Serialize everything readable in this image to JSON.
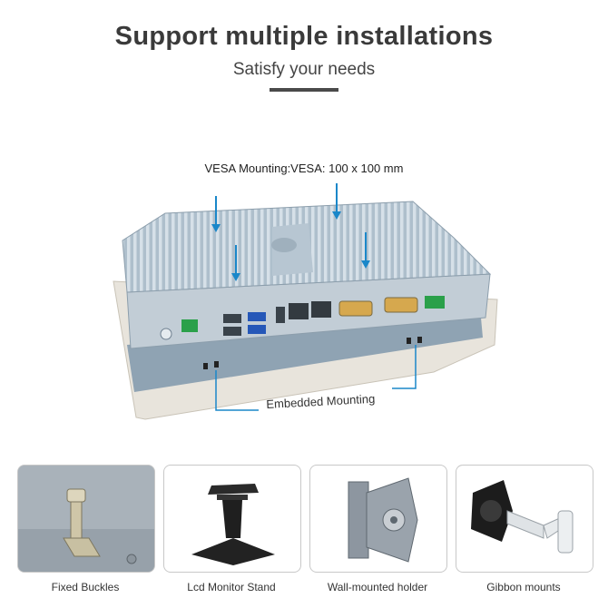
{
  "header": {
    "title": "Support multiple installations",
    "subtitle": "Satisfy your needs"
  },
  "labels": {
    "vesa": "VESA Mounting:VESA: 100 x 100 mm",
    "embedded": "Embedded Mounting"
  },
  "colors": {
    "arrow": "#1a87c9",
    "panel": "#9fb3c2",
    "fins": "#c3d0da",
    "bezel": "#e6e2da",
    "title": "#3a3a3a"
  },
  "options": [
    {
      "label": "Fixed Buckles",
      "icon": "buckle-icon"
    },
    {
      "label": "Lcd Monitor Stand",
      "icon": "monitor-stand-icon"
    },
    {
      "label": "Wall-mounted holder",
      "icon": "wall-mount-icon"
    },
    {
      "label": "Gibbon mounts",
      "icon": "gibbon-arm-icon"
    }
  ]
}
